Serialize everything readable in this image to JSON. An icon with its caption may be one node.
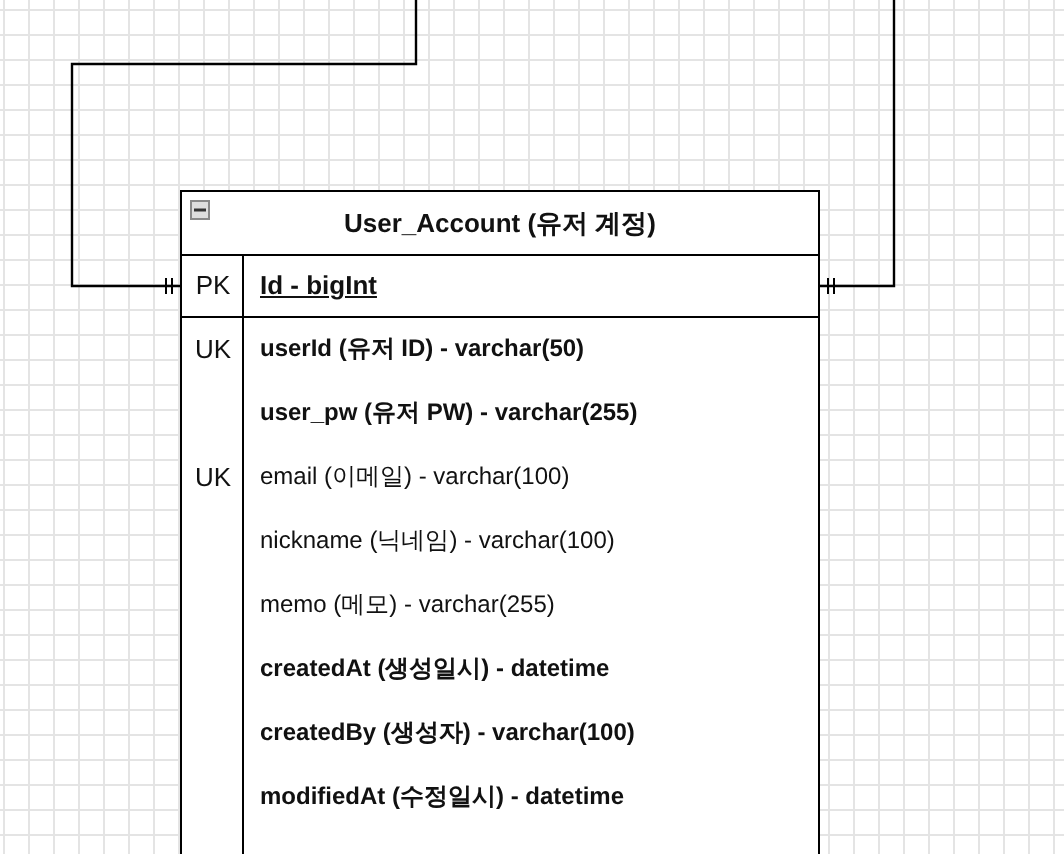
{
  "diagram": {
    "nodes": [
      {
        "text": [
          "User_Account (유저 계정)"
        ]
      },
      {
        "text": [
          "PK",
          "Id - bigInt"
        ],
        "in": 0
      },
      {
        "text": [
          "UK",
          "userId (유저 ID) - varchar(50)"
        ],
        "in": 0
      },
      {
        "text": [
          "user_pw (유저 PW) - varchar(255)"
        ],
        "in": 0
      },
      {
        "text": [
          "UK",
          "email (이메일) - varchar(100)"
        ],
        "in": 0
      },
      {
        "text": [
          "nickname (닉네임) - varchar(100)"
        ],
        "in": 0
      },
      {
        "text": [
          "memo (메모) - varchar(255)"
        ],
        "in": 0
      },
      {
        "text": [
          "createdAt (생성일시) - datetime"
        ],
        "in": 0
      },
      {
        "text": [
          "createdBy (생성자) - varchar(100)"
        ],
        "in": 0
      },
      {
        "text": [
          "modifiedAt (수정일시) - datetime"
        ],
        "in": 0
      }
    ],
    "edges": [
      {
        "from": null,
        "to": 1,
        "arrow": "other"
      },
      {
        "from": null,
        "to": 1,
        "arrow": "other"
      }
    ]
  }
}
